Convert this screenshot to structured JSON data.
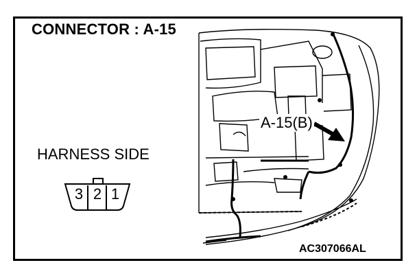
{
  "diagram": {
    "title": "CONNECTOR : A-15",
    "connector_view": {
      "label": "HARNESS SIDE",
      "pins": [
        "3",
        "2",
        "1"
      ]
    },
    "callout_label": "A-15(B)",
    "figure_code": "AC307066AL"
  }
}
